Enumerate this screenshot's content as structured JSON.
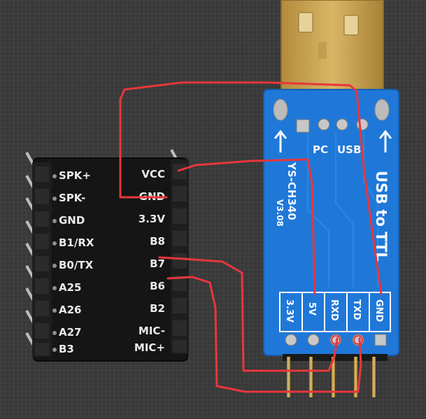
{
  "module_left": {
    "left_pins": [
      "SPK+",
      "SPK-",
      "GND",
      "B1/RX",
      "B0/TX",
      "A25",
      "A26",
      "A27",
      "B3"
    ],
    "right_pins": [
      "VCC",
      "GND",
      "3.3V",
      "B8",
      "B7",
      "B6",
      "B2",
      "MIC-",
      "MIC+"
    ]
  },
  "adapter": {
    "title": "USB to TTL",
    "chip": "YS-CH340",
    "version": "V3.08",
    "pc_label": "PC",
    "usb_label": "USB",
    "pins": [
      "3.3V",
      "5V",
      "RXD",
      "TXD",
      "GND"
    ]
  },
  "colors": {
    "wire": "#e8363c",
    "board_blue": "#1f78d8",
    "module_black": "#151515",
    "connector_gold": "#c9a450",
    "background": "#3a3a3a"
  }
}
